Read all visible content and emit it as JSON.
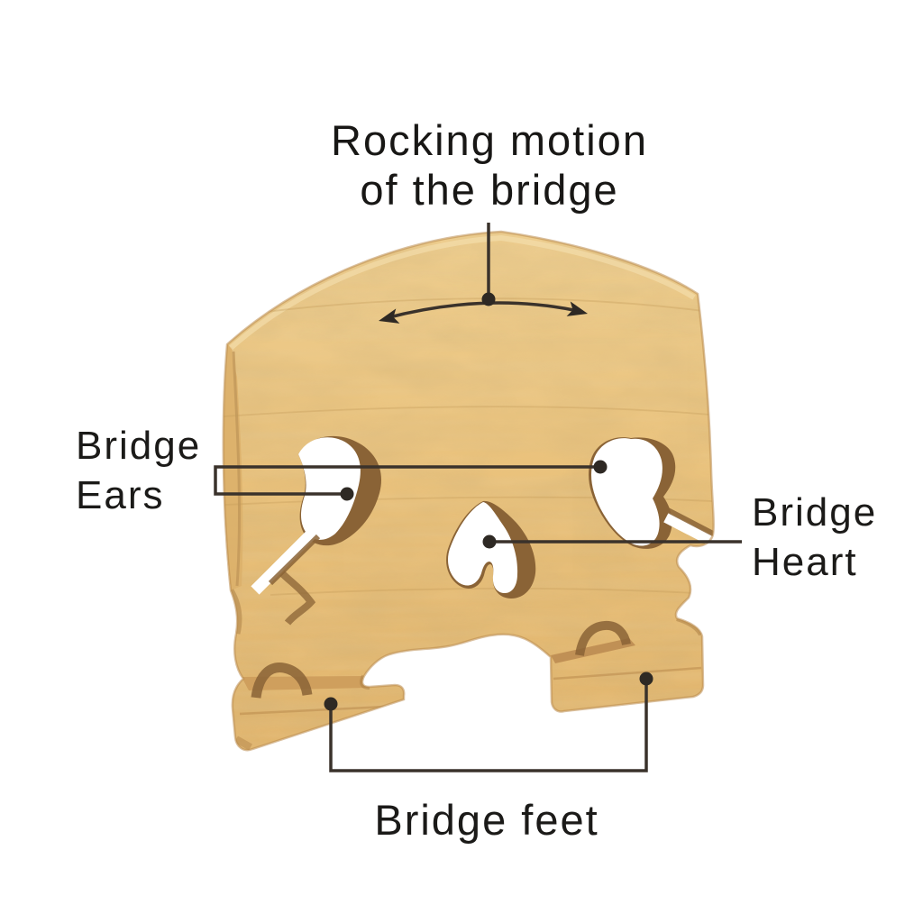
{
  "subject": "Violin bridge part diagram",
  "title": {
    "line1": "Rocking motion",
    "line2": "of the bridge"
  },
  "callouts": {
    "bridge_ears": {
      "line1": "Bridge",
      "line2": "Ears"
    },
    "bridge_heart": {
      "line1": "Bridge",
      "line2": "Heart"
    },
    "bridge_feet": {
      "label": "Bridge feet"
    }
  },
  "colors": {
    "background": "#ffffff",
    "wood_light": "#f0d193",
    "wood_mid": "#e8c17b",
    "wood_shadow": "#8a6336",
    "wood_side": "#d9ab63",
    "annotation_line": "#3a322b",
    "annotation_dot": "#2e2924",
    "text": "#1b1a18"
  }
}
